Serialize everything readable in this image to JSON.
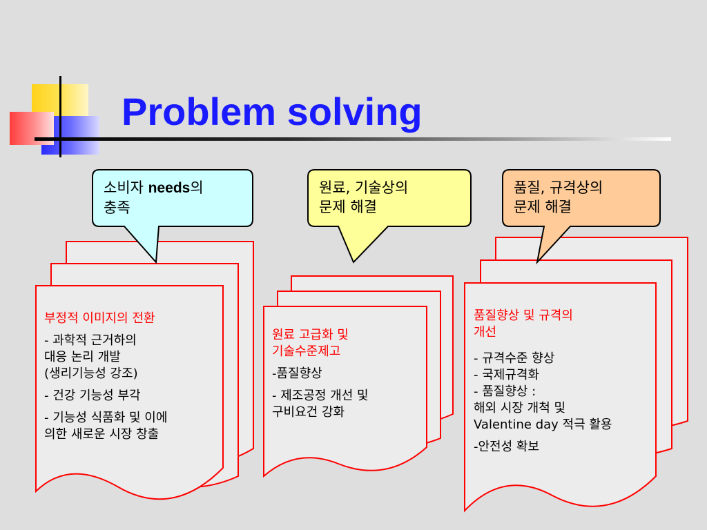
{
  "title": "Problem solving",
  "callouts": [
    {
      "line1_pre": "소비자 ",
      "line1_bold": "needs",
      "line1_post": "의",
      "line2": "충족",
      "fill": "#ccffff"
    },
    {
      "line1": "원료,  기술상의",
      "line2": "문제 해결",
      "fill": "#ffff99"
    },
    {
      "line1": "품질, 규격상의",
      "line2": "문제 해결",
      "fill": "#ffcc99"
    }
  ],
  "docs": [
    {
      "heading": "부정적 이미지의 전환",
      "items": [
        "- 과학적 근거하의",
        "대응 논리 개발",
        "(생리기능성 강조)",
        "- 건강 기능성 부각",
        "- 기능성 식품화 및  이에",
        "의한 새로운 시장 창출"
      ]
    },
    {
      "heading_line1": "원료 고급화 및",
      "heading_line2": "기술수준제고",
      "items": [
        "-품질향상",
        "- 제조공정 개선 및",
        "구비요건 강화"
      ]
    },
    {
      "heading_line1": "품질향상 및 규격의",
      "heading_line2": "개선",
      "items": [
        "- 규격수준 향상",
        "- 국제규격화",
        "- 품질향상 :",
        "해외 시장 개척 및",
        "Valentine day 적극 활용",
        "-안전성 확보"
      ]
    }
  ],
  "colors": {
    "title": "#1a1aff",
    "doc_border": "#ff0000",
    "doc_fill": "#ececec",
    "heading": "#ff0000"
  }
}
